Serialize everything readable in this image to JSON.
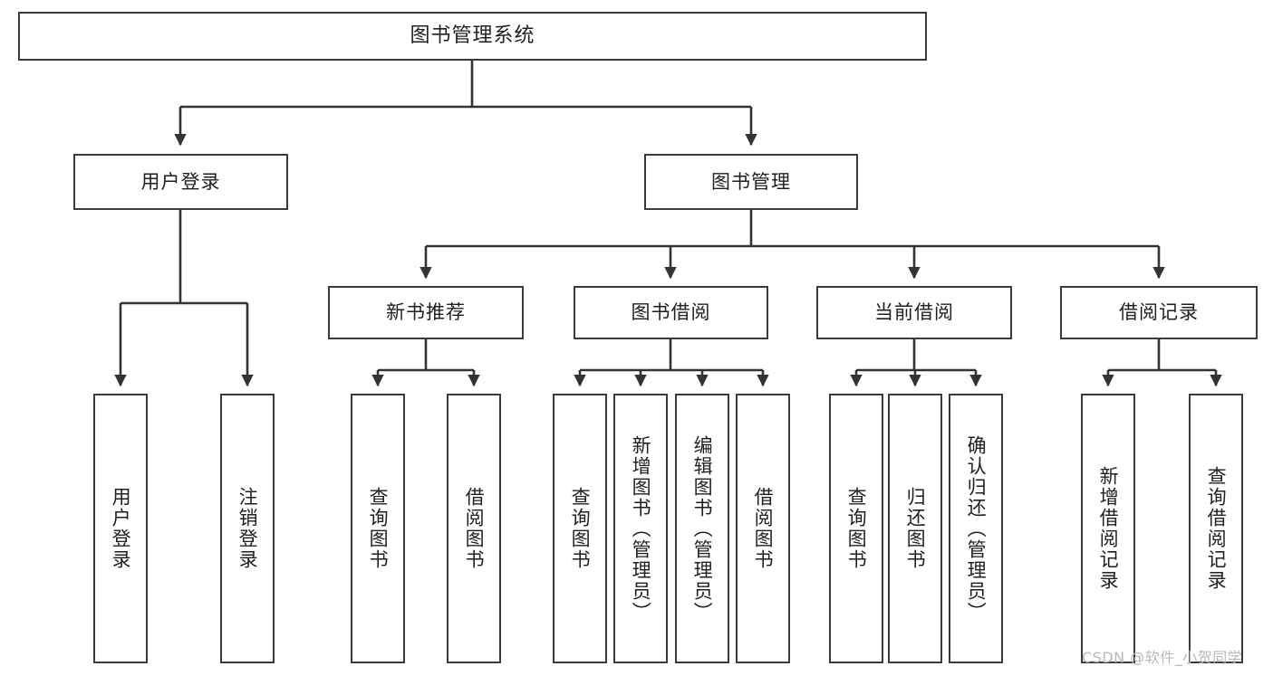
{
  "diagram": {
    "title": "图书管理系统",
    "type": "tree",
    "watermark": "CSDN @软件_小贺同学",
    "colors": {
      "box_border": "#3b3b3b",
      "box_fill": "#ffffff",
      "edge": "#333333",
      "text": "#1f1f1f",
      "watermark": "#b9b9b9"
    },
    "levels": {
      "level1_label": "图书管理系统",
      "level2_labels": [
        "用户登录",
        "图书管理"
      ],
      "level3_labels": [
        "新书推荐",
        "图书借阅",
        "当前借阅",
        "借阅记录"
      ]
    },
    "nodes": {
      "root": {
        "label": "图书管理系统"
      },
      "user_login": {
        "label": "用户登录"
      },
      "book_manage": {
        "label": "图书管理"
      },
      "new_book_rec": {
        "label": "新书推荐"
      },
      "book_borrow": {
        "label": "图书借阅"
      },
      "current_borrow": {
        "label": "当前借阅"
      },
      "borrow_record": {
        "label": "借阅记录"
      }
    },
    "leaves": {
      "user_login": [
        {
          "label": "用户登录"
        },
        {
          "label": "注销登录"
        }
      ],
      "new_book_rec": [
        {
          "label": "查询图书"
        },
        {
          "label": "借阅图书"
        }
      ],
      "book_borrow": [
        {
          "label": "查询图书"
        },
        {
          "label": "新增图书（管理员）"
        },
        {
          "label": "编辑图书（管理员）"
        },
        {
          "label": "借阅图书"
        }
      ],
      "current_borrow": [
        {
          "label": "查询图书"
        },
        {
          "label": "归还图书"
        },
        {
          "label": "确认归还（管理员）"
        }
      ],
      "borrow_record": [
        {
          "label": "新增借阅记录"
        },
        {
          "label": "查询借阅记录"
        }
      ]
    }
  }
}
